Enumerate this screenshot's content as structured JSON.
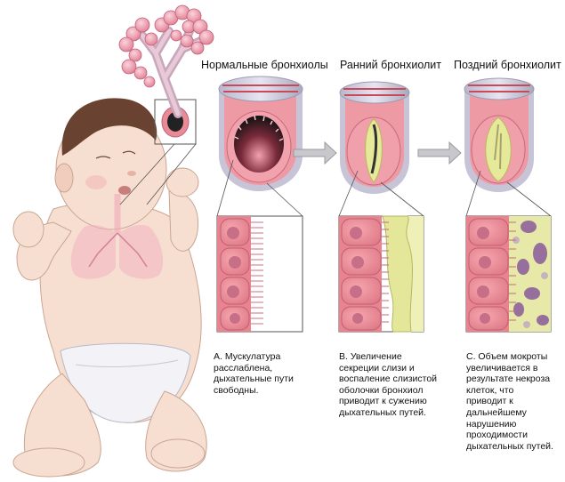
{
  "headers": {
    "normal": "Нормальные бронхиолы",
    "early": "Ранний бронхиолит",
    "late": "Поздний бронхиолит"
  },
  "captions": {
    "a": "А. Мускулатура\nрасслаблена,\nдыхательные пути\nсвободны.",
    "b": "В. Увеличение\nсекреции слизи и\nвоспаление слизистой\nоболочки бронхиол\nприводит к сужению\nдыхательных путей.",
    "c": "С. Объем мокроты\nувеличивается в\nрезультате некроза\nклеток, что\nприводит к\nдальнейшему\nнарушению\nпроходимости\nдыхательных путей."
  },
  "colors": {
    "tissue_pink": "#e98a96",
    "lumen_dark": "#1a1a1a",
    "mucus_yellow": "#e6e89a",
    "necrosis_purple": "#8a5a9a",
    "skin": "#f4dccd",
    "hair": "#6a4232"
  }
}
